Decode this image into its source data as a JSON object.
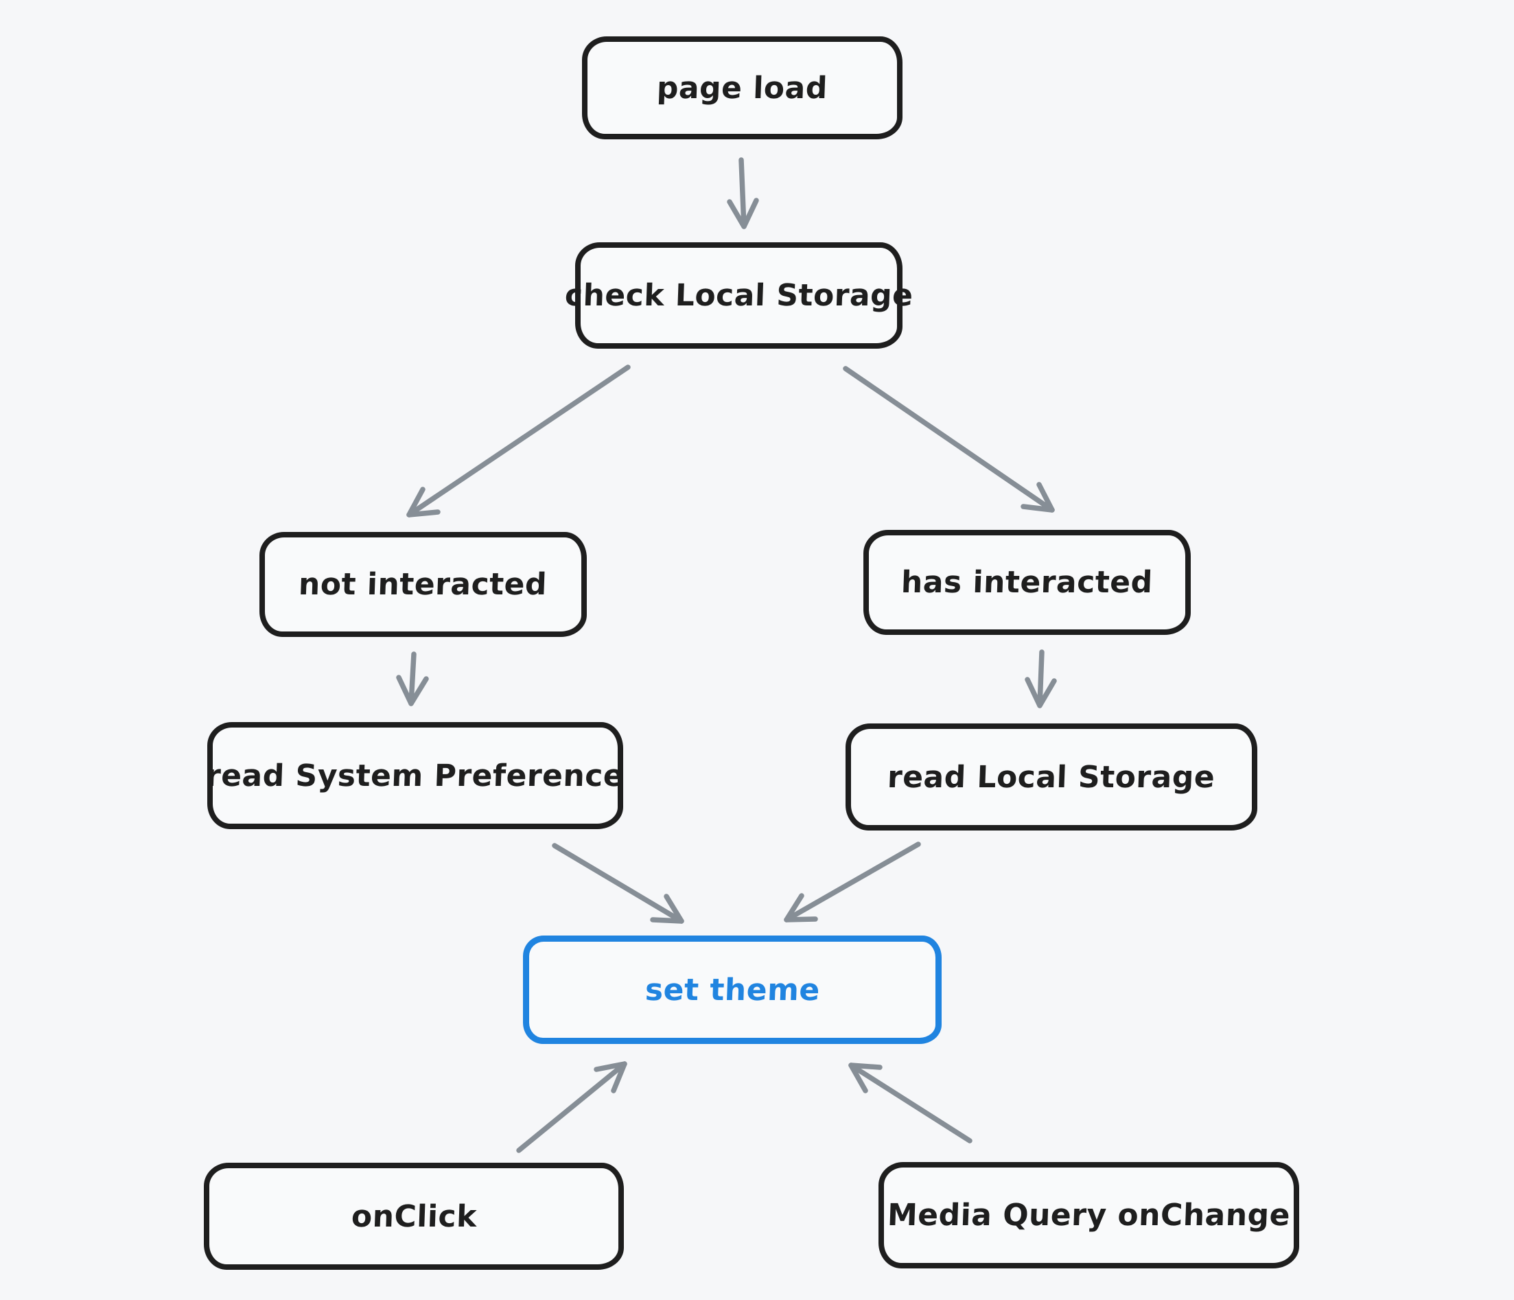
{
  "colors": {
    "background": "#f6f7f9",
    "node_stroke": "#1e1e1e",
    "node_fill": "#f9fafb",
    "accent": "#2084e0",
    "arrow": "#868e96"
  },
  "nodes": [
    {
      "id": "page-load",
      "label": "page load",
      "emphasis": "default"
    },
    {
      "id": "check-local-storage",
      "label": "check Local Storage",
      "emphasis": "default"
    },
    {
      "id": "not-interacted",
      "label": "not interacted",
      "emphasis": "default"
    },
    {
      "id": "has-interacted",
      "label": "has interacted",
      "emphasis": "default"
    },
    {
      "id": "read-system-preference",
      "label": "read System Preference",
      "emphasis": "default"
    },
    {
      "id": "read-local-storage",
      "label": "read Local Storage",
      "emphasis": "default"
    },
    {
      "id": "set-theme",
      "label": "set theme",
      "emphasis": "accent"
    },
    {
      "id": "onclick",
      "label": "onClick",
      "emphasis": "default"
    },
    {
      "id": "media-query-onchange",
      "label": "Media Query onChange",
      "emphasis": "default"
    }
  ],
  "edges": [
    {
      "from": "page-load",
      "to": "check-local-storage"
    },
    {
      "from": "check-local-storage",
      "to": "not-interacted"
    },
    {
      "from": "check-local-storage",
      "to": "has-interacted"
    },
    {
      "from": "not-interacted",
      "to": "read-system-preference"
    },
    {
      "from": "has-interacted",
      "to": "read-local-storage"
    },
    {
      "from": "read-system-preference",
      "to": "set-theme"
    },
    {
      "from": "read-local-storage",
      "to": "set-theme"
    },
    {
      "from": "onclick",
      "to": "set-theme"
    },
    {
      "from": "media-query-onchange",
      "to": "set-theme"
    }
  ]
}
